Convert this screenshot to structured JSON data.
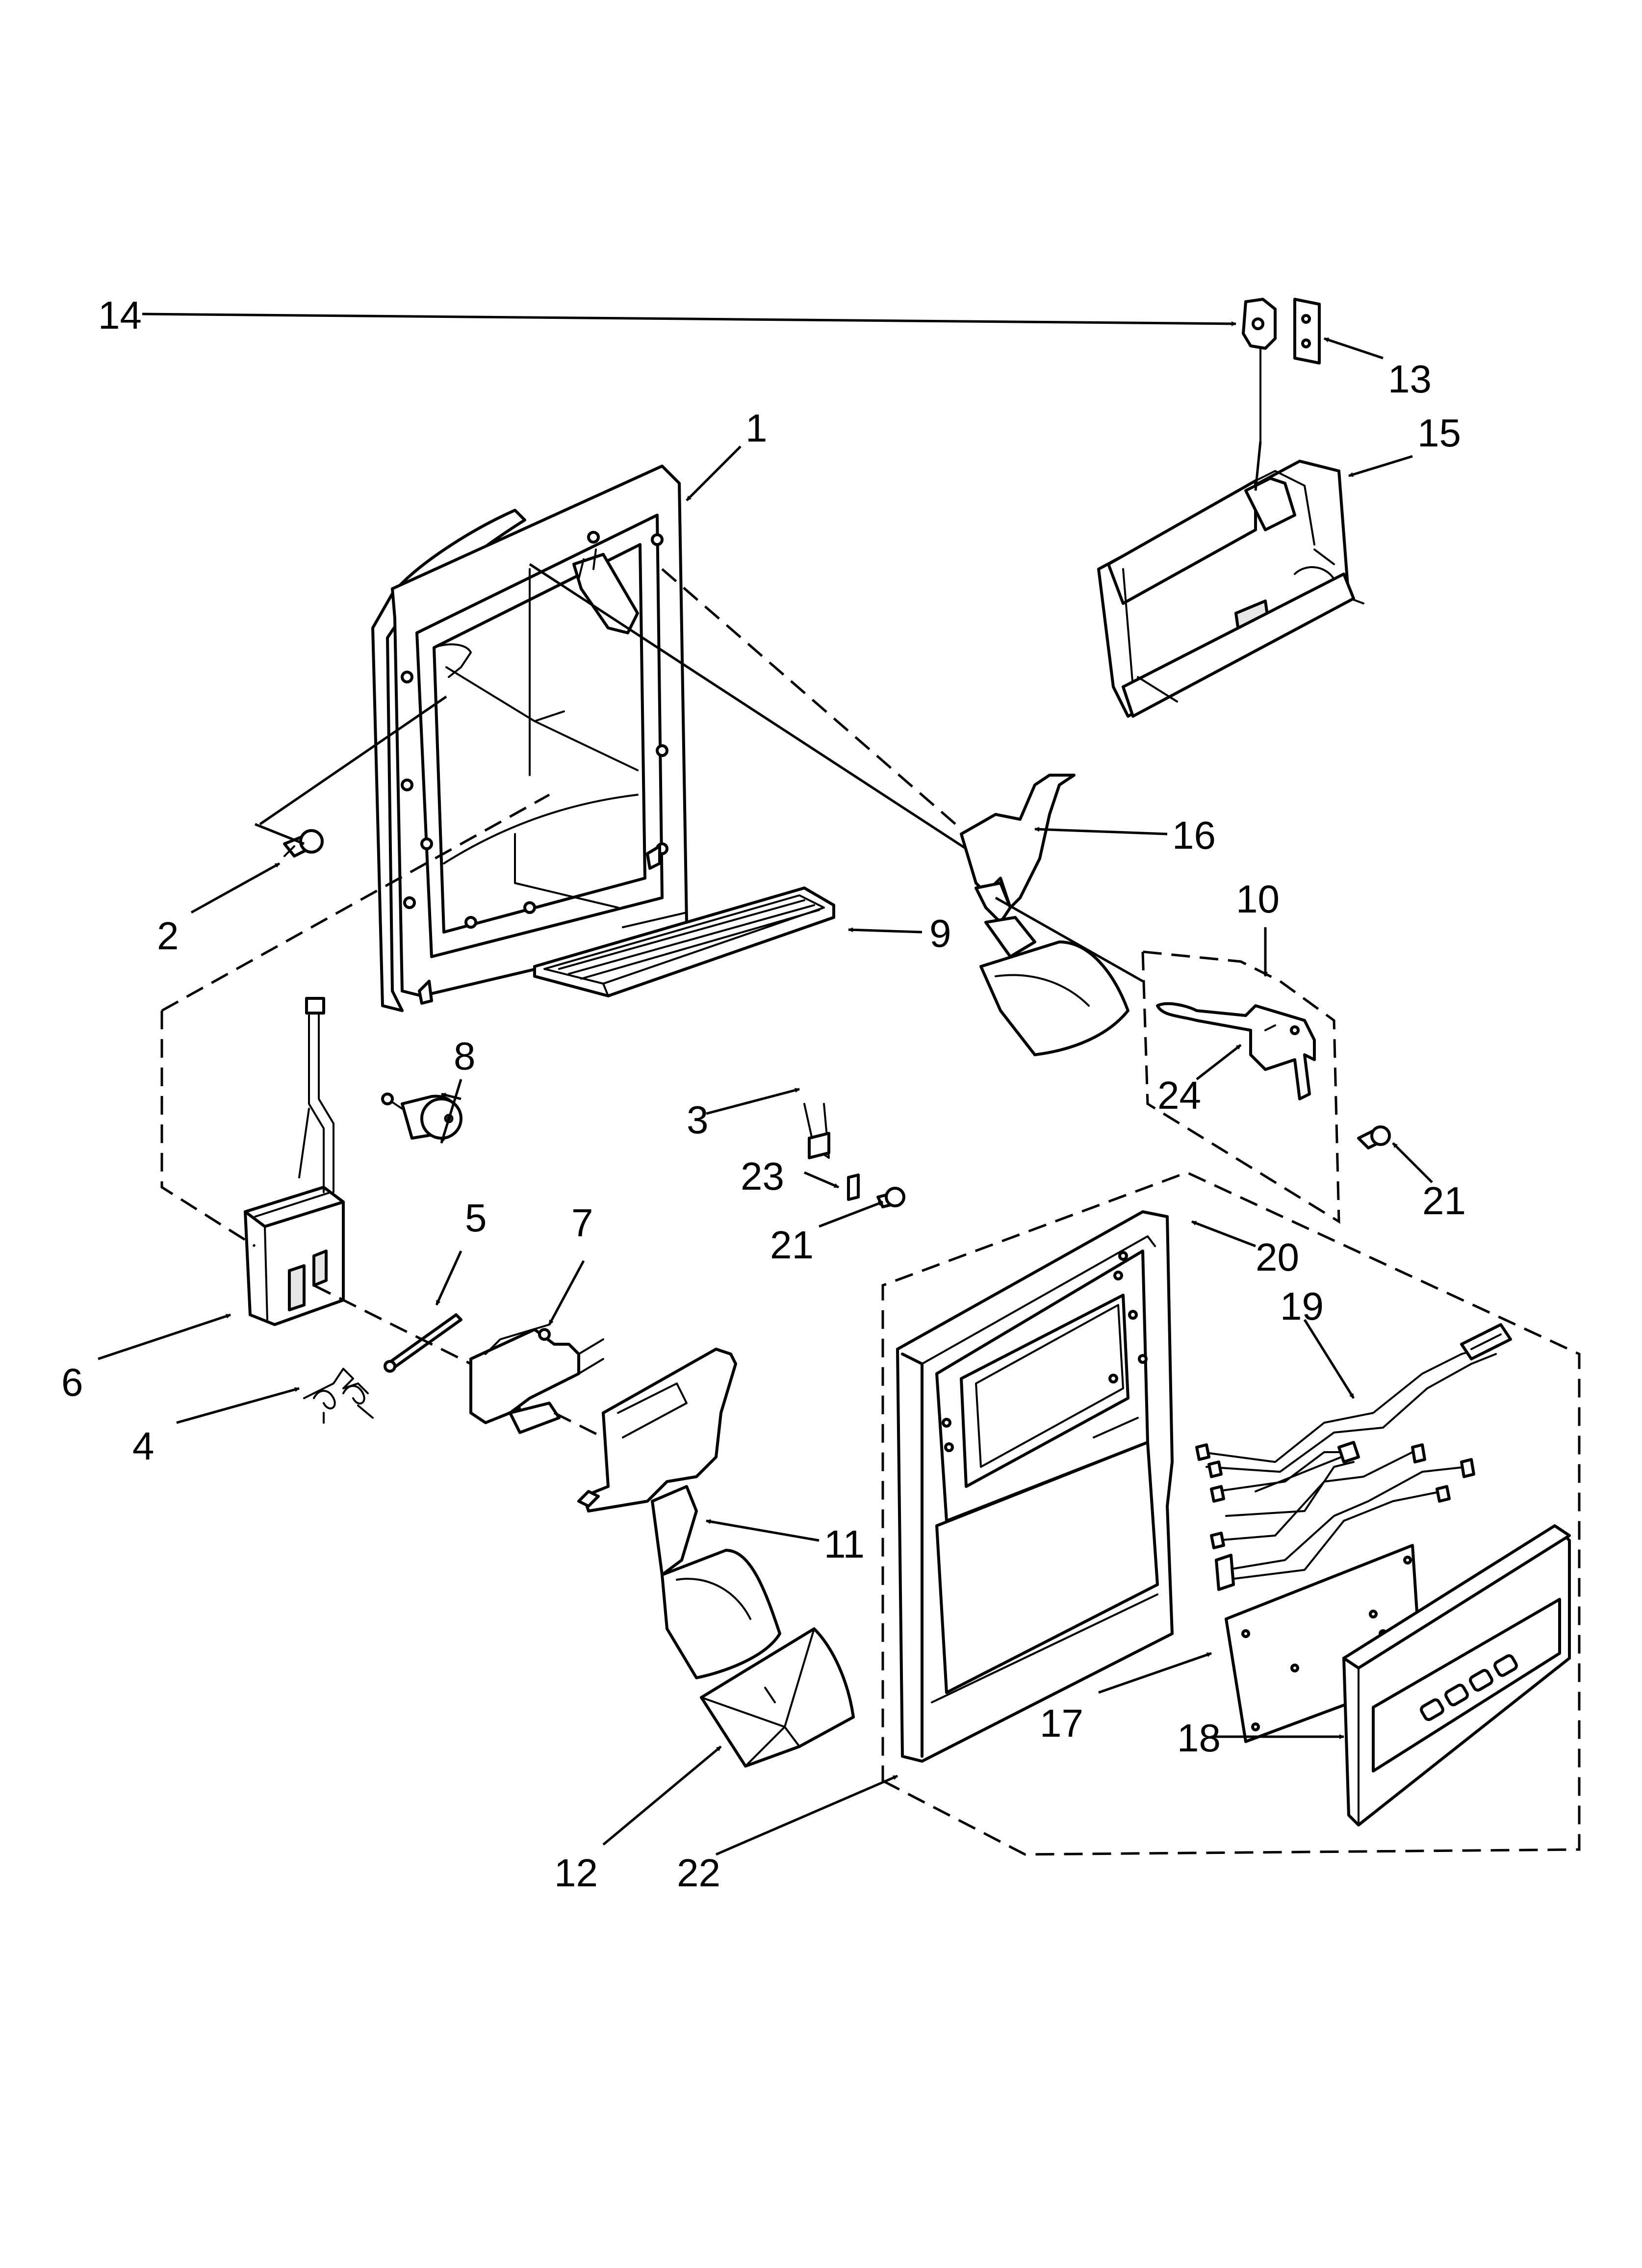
{
  "diagram": {
    "callouts": [
      {
        "id": "c1",
        "label": "1"
      },
      {
        "id": "c2",
        "label": "2"
      },
      {
        "id": "c3",
        "label": "3"
      },
      {
        "id": "c4",
        "label": "4"
      },
      {
        "id": "c5",
        "label": "5"
      },
      {
        "id": "c6",
        "label": "6"
      },
      {
        "id": "c7",
        "label": "7"
      },
      {
        "id": "c8",
        "label": "8"
      },
      {
        "id": "c9",
        "label": "9"
      },
      {
        "id": "c10",
        "label": "10"
      },
      {
        "id": "c11",
        "label": "11"
      },
      {
        "id": "c12",
        "label": "12"
      },
      {
        "id": "c13",
        "label": "13"
      },
      {
        "id": "c14",
        "label": "14"
      },
      {
        "id": "c15",
        "label": "15"
      },
      {
        "id": "c16",
        "label": "16"
      },
      {
        "id": "c17",
        "label": "17"
      },
      {
        "id": "c18",
        "label": "18"
      },
      {
        "id": "c19",
        "label": "19"
      },
      {
        "id": "c20",
        "label": "20"
      },
      {
        "id": "c21a",
        "label": "21"
      },
      {
        "id": "c21b",
        "label": "21"
      },
      {
        "id": "c22",
        "label": "22"
      },
      {
        "id": "c23",
        "label": "23"
      },
      {
        "id": "c24",
        "label": "24"
      }
    ]
  }
}
